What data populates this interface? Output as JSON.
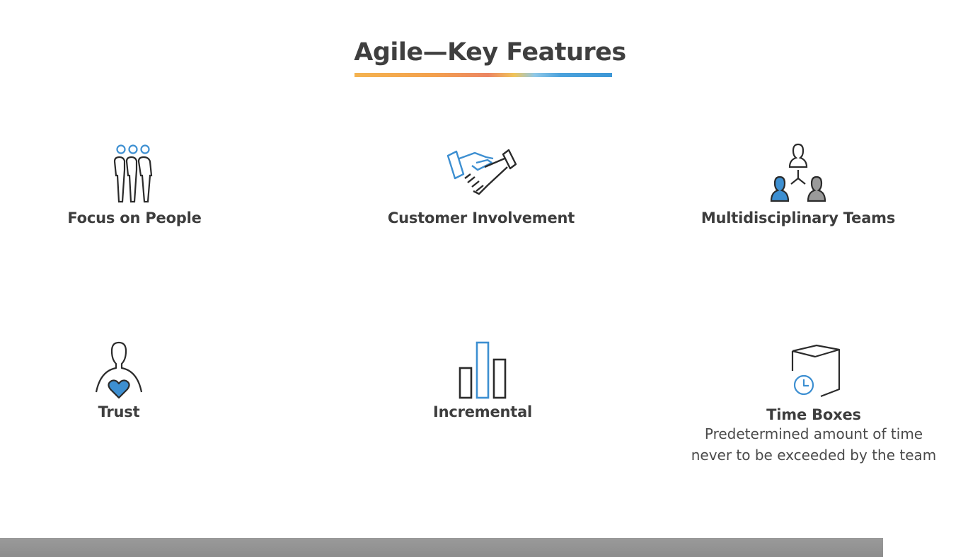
{
  "slide": {
    "title": "Agile—Key Features"
  },
  "features": [
    {
      "label": "Focus on People",
      "icon": "people-group-icon"
    },
    {
      "label": "Customer Involvement",
      "icon": "handshake-icon"
    },
    {
      "label": "Multidisciplinary Teams",
      "icon": "team-hierarchy-icon"
    },
    {
      "label": "Trust",
      "icon": "person-heart-icon"
    },
    {
      "label": "Incremental",
      "icon": "bar-chart-icon"
    },
    {
      "label": "Time Boxes",
      "icon": "box-clock-icon",
      "description_line1": "Predetermined amount of time",
      "description_line2": "never to be exceeded by the team"
    }
  ],
  "colors": {
    "accent_blue": "#3d8fd1",
    "text": "#3d3d3d",
    "icon_outline": "#2b2b2b"
  }
}
